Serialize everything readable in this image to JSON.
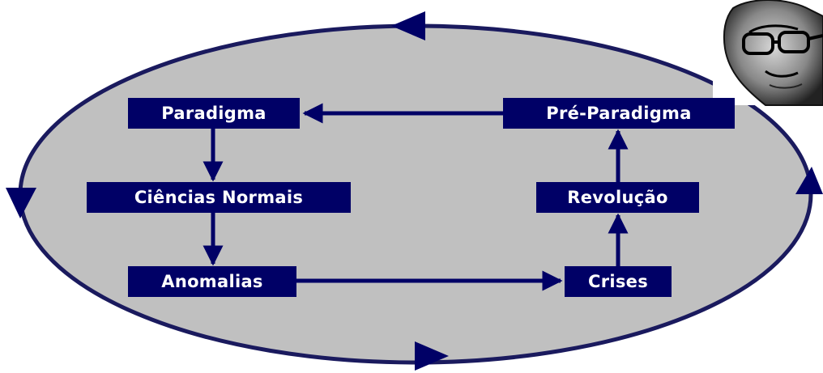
{
  "nodes": {
    "paradigma": "Paradigma",
    "pre_paradigma": "Pré-Paradigma",
    "ciencias_normais": "Ciências Normais",
    "revolucao": "Revolução",
    "anomalias": "Anomalias",
    "crises": "Crises"
  },
  "colors": {
    "node_fill": "#000066",
    "node_text": "#ffffff",
    "ellipse_fill": "#c0c0c0",
    "ellipse_stroke": "#1a1a5e",
    "arrow": "#000066"
  },
  "icons": {
    "portrait": "portrait-photo-icon"
  }
}
